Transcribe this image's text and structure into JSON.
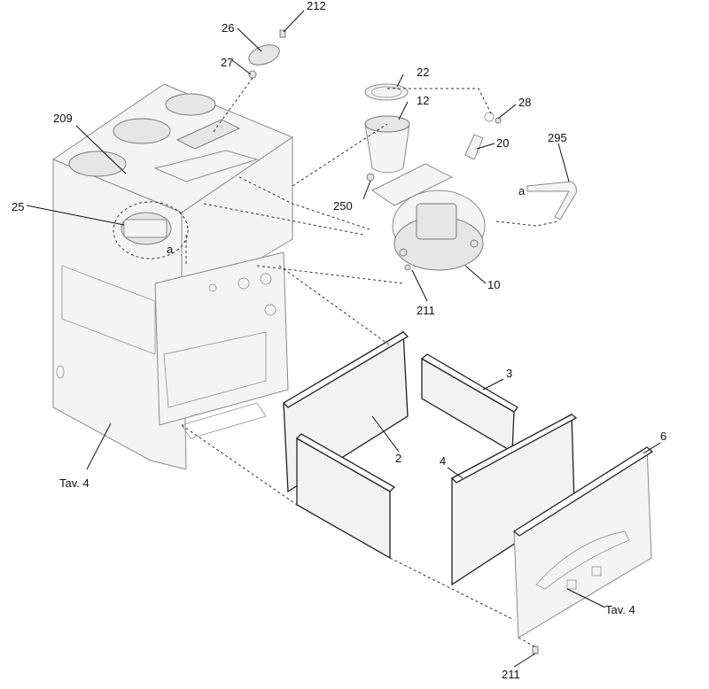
{
  "callouts": {
    "p212": "212",
    "p26": "26",
    "p27": "27",
    "p22": "22",
    "p12": "12",
    "p28": "28",
    "p20": "20",
    "p295": "295",
    "p209": "209",
    "p25": "25",
    "p_a1": "a",
    "p_a2": "a",
    "p250": "250",
    "p10": "10",
    "p211a": "211",
    "p3": "3",
    "p2": "2",
    "p4": "4",
    "p6": "6",
    "tav4_left": "Tav. 4",
    "tav4_right": "Tav. 4",
    "p211b": "211"
  }
}
